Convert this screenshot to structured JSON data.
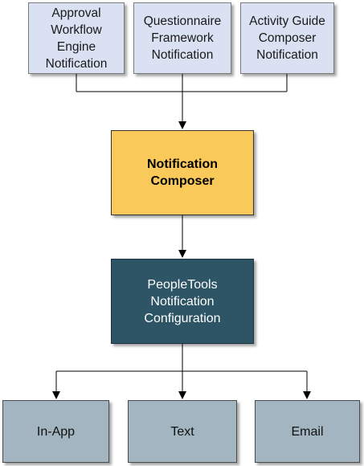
{
  "sources": [
    {
      "id": "approval",
      "label": "Approval\nWorkflow\nEngine\nNotification"
    },
    {
      "id": "questionnaire",
      "label": "Questionnaire\nFramework\nNotification"
    },
    {
      "id": "activity-guide",
      "label": "Activity Guide\nComposer\nNotification"
    }
  ],
  "composer": {
    "label": "Notification\nComposer"
  },
  "configuration": {
    "label": "PeopleTools\nNotification\nConfiguration"
  },
  "outputs": [
    {
      "id": "in-app",
      "label": "In-App"
    },
    {
      "id": "text",
      "label": "Text"
    },
    {
      "id": "email",
      "label": "Email"
    }
  ],
  "colors": {
    "source_fill": "#d9e1f2",
    "composer_fill": "#f9c95a",
    "configuration_fill": "#2e5565",
    "output_fill": "#a3b5c0",
    "connector": "#000000"
  }
}
